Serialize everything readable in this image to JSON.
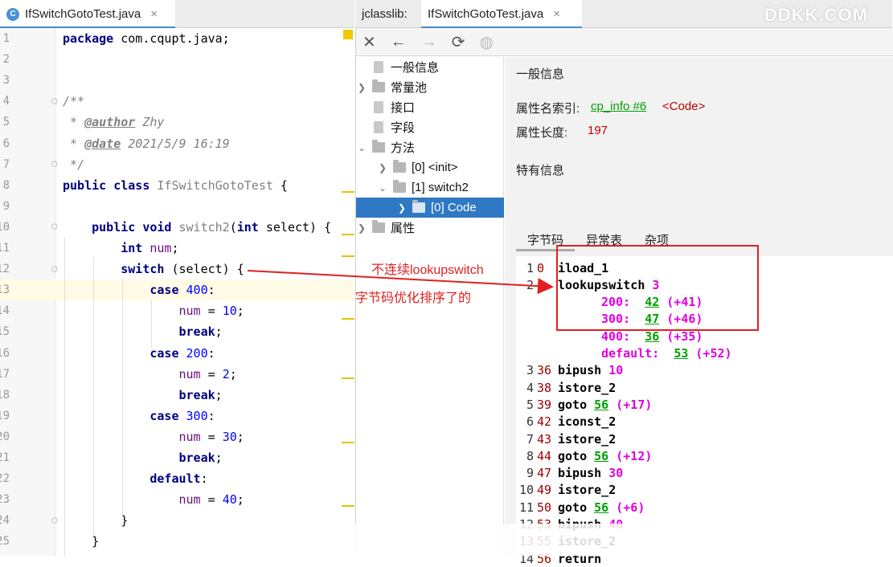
{
  "editor_tab": {
    "title": "IfSwitchGotoTest.java",
    "close": "×",
    "icon": "C"
  },
  "jclasslib_tab": {
    "prefix": "jclasslib:",
    "title": "IfSwitchGotoTest.java",
    "close": "×"
  },
  "watermark": "DDKK.COM",
  "code_lines": [
    {
      "n": "1"
    },
    {
      "n": "2"
    },
    {
      "n": "3"
    },
    {
      "n": "4"
    },
    {
      "n": "5"
    },
    {
      "n": "6"
    },
    {
      "n": "7"
    },
    {
      "n": "8"
    },
    {
      "n": "9"
    },
    {
      "n": "10"
    },
    {
      "n": "11"
    },
    {
      "n": "12"
    },
    {
      "n": "13"
    },
    {
      "n": "14"
    },
    {
      "n": "15"
    },
    {
      "n": "16"
    },
    {
      "n": "17"
    },
    {
      "n": "18"
    },
    {
      "n": "19"
    },
    {
      "n": "20"
    },
    {
      "n": "21"
    },
    {
      "n": "22"
    },
    {
      "n": "23"
    },
    {
      "n": "24"
    },
    {
      "n": "25"
    }
  ],
  "code": {
    "l1_kw": "package",
    "l1_rest": " com.cqupt.java;",
    "l4": "/**",
    "l5_pre": " * ",
    "l5_tag": "@author",
    "l5_val": " Zhy",
    "l6_pre": " * ",
    "l6_tag": "@date",
    "l6_val": " 2021/5/9 16:19",
    "l7": " */",
    "l8_kw": "public class",
    "l8_name": " IfSwitchGotoTest",
    "l8_rest": " {",
    "l10_kw": "public void",
    "l10_name": " switch2",
    "l10_p1": "(",
    "l10_kw2": "int",
    "l10_rest": " select) {",
    "l11_kw": "int",
    "l11_var": " num",
    "l11_rest": ";",
    "l12_kw": "switch",
    "l12_rest": " (select) {",
    "l13_kw": "case",
    "l13_num": " 400",
    "l13_rest": ":",
    "l14_var": "num",
    "l14_eq": " = ",
    "l14_num": "10",
    "l14_end": ";",
    "l15_kw": "break",
    "l15_end": ";",
    "l16_kw": "case",
    "l16_num": " 200",
    "l16_rest": ":",
    "l17_var": "num",
    "l17_eq": " = ",
    "l17_num": "2",
    "l17_end": ";",
    "l18_kw": "break",
    "l18_end": ";",
    "l19_kw": "case",
    "l19_num": " 300",
    "l19_rest": ":",
    "l20_var": "num",
    "l20_eq": " = ",
    "l20_num": "30",
    "l20_end": ";",
    "l21_kw": "break",
    "l21_end": ";",
    "l22_kw": "default",
    "l22_rest": ":",
    "l23_var": "num",
    "l23_eq": " = ",
    "l23_num": "40",
    "l23_end": ";",
    "l24": "}",
    "l25": "}"
  },
  "toolbar": {
    "close": "✕",
    "back": "←",
    "forward": "→",
    "refresh": "⟳",
    "web": "◍"
  },
  "tree": {
    "general": "一般信息",
    "constants": "常量池",
    "interfaces": "接口",
    "fields": "字段",
    "methods": "方法",
    "init": "[0] <init>",
    "switch2": "[1] switch2",
    "code": "[0] Code",
    "attributes": "属性"
  },
  "detail": {
    "general_heading": "一般信息",
    "attr_index_label": "属性名索引:",
    "attr_index_link": "cp_info #6",
    "attr_index_val": "<Code>",
    "attr_len_label": "属性长度:",
    "attr_len_val": "197",
    "specific_heading": "特有信息",
    "tabs": [
      "字节码",
      "异常表",
      "杂项"
    ]
  },
  "bytecode": [
    {
      "n": "1",
      "off": "0",
      "op": "iload_1"
    },
    {
      "n": "2",
      "off": "1",
      "op": "lookupswitch",
      "arg": "3"
    },
    {
      "case": "200:",
      "target": "42",
      "rel": "(+41)"
    },
    {
      "case": "300:",
      "target": "47",
      "rel": "(+46)"
    },
    {
      "case": "400:",
      "target": "36",
      "rel": "(+35)"
    },
    {
      "case": "default:",
      "target": "53",
      "rel": "(+52)"
    },
    {
      "n": "3",
      "off": "36",
      "op": "bipush",
      "arg": "10"
    },
    {
      "n": "4",
      "off": "38",
      "op": "istore_2"
    },
    {
      "n": "5",
      "off": "39",
      "op": "goto",
      "target": "56",
      "rel": "(+17)"
    },
    {
      "n": "6",
      "off": "42",
      "op": "iconst_2"
    },
    {
      "n": "7",
      "off": "43",
      "op": "istore_2"
    },
    {
      "n": "8",
      "off": "44",
      "op": "goto",
      "target": "56",
      "rel": "(+12)"
    },
    {
      "n": "9",
      "off": "47",
      "op": "bipush",
      "arg": "30"
    },
    {
      "n": "10",
      "off": "49",
      "op": "istore_2"
    },
    {
      "n": "11",
      "off": "50",
      "op": "goto",
      "target": "56",
      "rel": "(+6)"
    },
    {
      "n": "12",
      "off": "53",
      "op": "bipush",
      "arg": "40"
    },
    {
      "n": "13",
      "off": "55",
      "op": "istore_2"
    },
    {
      "n": "14",
      "off": "56",
      "op": "return"
    }
  ],
  "annotations": {
    "line1": "不连续lookupswitch",
    "line2": "字节码优化排序了的"
  }
}
